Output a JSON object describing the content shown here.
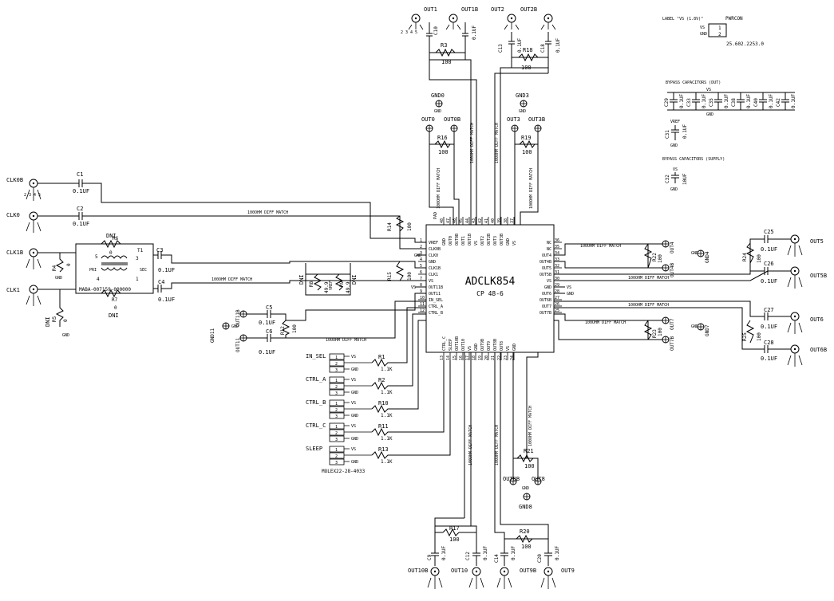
{
  "chip": {
    "name": "ADCLK854",
    "package": "CP 48-6"
  },
  "chip_pins": {
    "left": [
      {
        "num": "1",
        "name": "VREF"
      },
      {
        "num": "2",
        "name": "CLK0B"
      },
      {
        "num": "3",
        "name": "CLK0"
      },
      {
        "num": "4",
        "name": "GND"
      },
      {
        "num": "5",
        "name": "CLK1B"
      },
      {
        "num": "6",
        "name": "CLK1"
      },
      {
        "num": "7",
        "name": "VS"
      },
      {
        "num": "8",
        "name": "OUT11B"
      },
      {
        "num": "9",
        "name": "OUT11"
      },
      {
        "num": "10",
        "name": "IN_SEL"
      },
      {
        "num": "11",
        "name": "CTRL_A"
      },
      {
        "num": "12",
        "name": "CTRL_B"
      }
    ],
    "right": [
      {
        "num": "36",
        "name": "NC"
      },
      {
        "num": "35",
        "name": "NC"
      },
      {
        "num": "34",
        "name": "OUT4"
      },
      {
        "num": "33",
        "name": "OUT4B"
      },
      {
        "num": "32",
        "name": "OUT5"
      },
      {
        "num": "31",
        "name": "OUT5B"
      },
      {
        "num": "30",
        "name": "VS"
      },
      {
        "num": "29",
        "name": "GND"
      },
      {
        "num": "28",
        "name": "OUT6"
      },
      {
        "num": "27",
        "name": "OUT6B"
      },
      {
        "num": "26",
        "name": "OUT7"
      },
      {
        "num": "25",
        "name": "OUT7B"
      }
    ],
    "top": [
      {
        "num": "48",
        "name": "GND"
      },
      {
        "num": "47",
        "name": "OUT0"
      },
      {
        "num": "46",
        "name": "OUT0B"
      },
      {
        "num": "45",
        "name": "OUT1"
      },
      {
        "num": "44",
        "name": "OUT1B"
      },
      {
        "num": "43",
        "name": "VS"
      },
      {
        "num": "42",
        "name": "OUT2"
      },
      {
        "num": "41",
        "name": "OUT2B"
      },
      {
        "num": "40",
        "name": "OUT3"
      },
      {
        "num": "39",
        "name": "OUT3B"
      },
      {
        "num": "38",
        "name": "GND"
      },
      {
        "num": "37",
        "name": "VS"
      }
    ],
    "bottom": [
      {
        "num": "13",
        "name": "CTRL_C"
      },
      {
        "num": "14",
        "name": "SLEEP"
      },
      {
        "num": "15",
        "name": "OUT10B"
      },
      {
        "num": "16",
        "name": "OUT10"
      },
      {
        "num": "17",
        "name": "VS"
      },
      {
        "num": "18",
        "name": "GND"
      },
      {
        "num": "19",
        "name": "OUT9B"
      },
      {
        "num": "20",
        "name": "OUT9"
      },
      {
        "num": "21",
        "name": "OUT8B"
      },
      {
        "num": "22",
        "name": "OUT8"
      },
      {
        "num": "23",
        "name": "VS"
      },
      {
        "num": "24",
        "name": "GND"
      }
    ],
    "pad_label": "PAD"
  },
  "net_labels": {
    "diff_match": "100OHM DIFF MATCH",
    "gnd": "GND",
    "vs": "VS"
  },
  "capacitors": {
    "c1": {
      "ref": "C1",
      "value": "0.1UF"
    },
    "c2": {
      "ref": "C2",
      "value": "0.1UF"
    },
    "c3": {
      "ref": "C3",
      "value": "0.1UF"
    },
    "c4": {
      "ref": "C4",
      "value": "0.1UF"
    },
    "c5": {
      "ref": "C5",
      "value": "0.1UF"
    },
    "c6": {
      "ref": "C6",
      "value": "0.1UF"
    },
    "c9": {
      "ref": "C9",
      "value": "0.1UF"
    },
    "c10": {
      "ref": "C10",
      "value": "0.1UF"
    },
    "c12": {
      "ref": "C12",
      "value": "0.1UF"
    },
    "c13": {
      "ref": "C13",
      "value": "0.1UF"
    },
    "c14": {
      "ref": "C14",
      "value": "0.1UF"
    },
    "c18": {
      "ref": "C18",
      "value": "0.1UF"
    },
    "c20": {
      "ref": "C20",
      "value": "0.1UF"
    },
    "c25": {
      "ref": "C25",
      "value": "0.1UF"
    },
    "c26": {
      "ref": "C26",
      "value": "0.1UF"
    },
    "c27": {
      "ref": "C27",
      "value": "0.1UF"
    },
    "c28": {
      "ref": "C28",
      "value": "0.1UF"
    },
    "c31": {
      "ref": "C31",
      "value": "0.1UF"
    },
    "c32": {
      "ref": "C32",
      "value": "10UF"
    }
  },
  "resistors": {
    "r1": {
      "ref": "R1",
      "value": "1.1K"
    },
    "r2": {
      "ref": "R2",
      "value": "1.1K"
    },
    "r3": {
      "ref": "R3",
      "value": "100"
    },
    "r4": {
      "ref": "R4",
      "value": "0"
    },
    "r5": {
      "ref": "R5",
      "value": "0"
    },
    "r6": {
      "ref": "R6",
      "value": "0"
    },
    "r7": {
      "ref": "R7",
      "value": "0"
    },
    "r8": {
      "ref": "R8",
      "value": "49.9"
    },
    "r9": {
      "ref": "R9",
      "value": "49.9"
    },
    "r10": {
      "ref": "R10",
      "value": "1.1K"
    },
    "r11": {
      "ref": "R11",
      "value": "1.1K"
    },
    "r12": {
      "ref": "R12",
      "value": "100"
    },
    "r13": {
      "ref": "R13",
      "value": "1.1K"
    },
    "r14": {
      "ref": "R14",
      "value": "100"
    },
    "r15": {
      "ref": "R15",
      "value": "100"
    },
    "r16": {
      "ref": "R16",
      "value": "100"
    },
    "r17": {
      "ref": "R17",
      "value": "100"
    },
    "r18": {
      "ref": "R18",
      "value": "100"
    },
    "r19": {
      "ref": "R19",
      "value": "100"
    },
    "r20": {
      "ref": "R20",
      "value": "100"
    },
    "r21": {
      "ref": "R21",
      "value": "100"
    },
    "r22": {
      "ref": "R22",
      "value": "100"
    },
    "r23": {
      "ref": "R23",
      "value": "100"
    },
    "r24": {
      "ref": "R24",
      "value": "100"
    },
    "r25": {
      "ref": "R25",
      "value": "100"
    }
  },
  "dni": "DNI",
  "transformer": {
    "ref": "T1",
    "part": "MABA-007159-000000",
    "pri": "PRI",
    "sec": "SEC"
  },
  "connectors": {
    "clk0b": "CLK0B",
    "clk0": "CLK0",
    "clk1b": "CLK1B",
    "clk1": "CLK1",
    "out0": "OUT0",
    "out0b": "OUT0B",
    "out1": "OUT1",
    "out1b": "OUT1B",
    "out2": "OUT2",
    "out2b": "OUT2B",
    "out3": "OUT3",
    "out3b": "OUT3B",
    "out4": "OUT4",
    "out4b": "OUT4B",
    "out5": "OUT5",
    "out5b": "OUT5B",
    "out6": "OUT6",
    "out6b": "OUT6B",
    "out7": "OUT7",
    "out7b": "OUT7B",
    "out8": "OUT8",
    "out8b": "OUT8B",
    "out9": "OUT9",
    "out9b": "OUT9B",
    "out10": "OUT10",
    "out10b": "OUT10B",
    "out11": "OUT11",
    "out11b": "OUT11B"
  },
  "test_points": {
    "gnd0": "GND0",
    "gnd3": "GND3",
    "gnd4": "GND4",
    "gnd7": "GND7",
    "gnd8": "GND8",
    "gnd11": "GND11"
  },
  "jumpers": [
    {
      "label": "IN_SEL",
      "pins": [
        "1",
        "2",
        "3"
      ],
      "top": "VS",
      "bottom": "GND",
      "res": "R1"
    },
    {
      "label": "CTRL_A",
      "pins": [
        "1",
        "2",
        "3"
      ],
      "top": "VS",
      "bottom": "GND",
      "res": "R2"
    },
    {
      "label": "CTRL_B",
      "pins": [
        "1",
        "2",
        "3"
      ],
      "top": "VS",
      "bottom": "GND",
      "res": "R10"
    },
    {
      "label": "CTRL_C",
      "pins": [
        "1",
        "2",
        "3"
      ],
      "top": "VS",
      "bottom": "GND",
      "res": "R11"
    },
    {
      "label": "SLEEP",
      "pins": [
        "1",
        "2",
        "3"
      ],
      "top": "VS",
      "bottom": "GND",
      "res": "R13"
    }
  ],
  "jumper_part": "MOLEX22-28-4033",
  "power_connector": {
    "title": "LABEL \"VS (1.8V)\"",
    "ref": "PWRCON",
    "part": "25.602.2253.0",
    "pin1": "1",
    "pin2": "2",
    "net1": "VS",
    "net2": "GND"
  },
  "bypass_dut": {
    "title": "BYPASS CAPACITORS (DUT)",
    "caps": [
      {
        "ref": "C29",
        "value": "0.1UF"
      },
      {
        "ref": "C33",
        "value": "0.1UF"
      },
      {
        "ref": "C35",
        "value": "0.1UF"
      },
      {
        "ref": "C38",
        "value": "0.1UF"
      },
      {
        "ref": "C40",
        "value": "0.1UF"
      },
      {
        "ref": "C42",
        "value": "0.1UF"
      }
    ]
  },
  "bypass_supply": {
    "title": "BYPASS CAPACITORS (SUPPLY)"
  },
  "vref": "VREF"
}
